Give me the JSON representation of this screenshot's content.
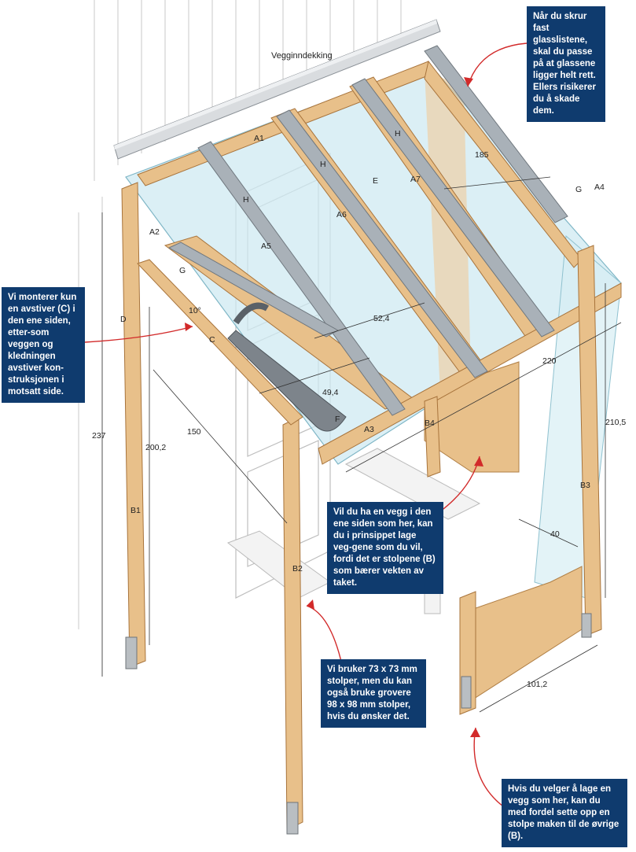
{
  "title_label": "Vegginndekking",
  "colors": {
    "callout_bg": "#0f3b6e",
    "callout_text": "#ffffff",
    "wood": "#e8c08a",
    "wood_dark": "#c9955a",
    "glass": "#cfeaf2",
    "metal": "#9aa3ab",
    "arrow": "#d22a2a"
  },
  "callouts": {
    "glazing_strip": "Når du skrur fast glasslistene, skal du passe på at glassene ligger helt rett. Ellers risikerer du å skade dem.",
    "brace": "Vi monterer kun en avstiver (C) i den ene siden, etter-som veggen og kledningen avstiver kon-struksjonen i motsatt side.",
    "side_wall": "Vil du ha en vegg i den ene siden som her, kan du i prinsippet lage veg-gene som du vil, fordi det er stolpene (B) som bærer vekten av taket.",
    "posts": "Vi bruker 73 x 73 mm stolper, men du kan også bruke grovere 98 x 98 mm stolper, hvis du ønsker det.",
    "extra_post": "Hvis du velger å lage en vegg som her, kan du med fordel sette opp en stolpe maken til de øvrige (B)."
  },
  "part_labels": {
    "a1": "A1",
    "a2": "A2",
    "a3": "A3",
    "a4": "A4",
    "a5": "A5",
    "a6": "A6",
    "a7": "A7",
    "b1": "B1",
    "b2": "B2",
    "b3": "B3",
    "b4": "B4",
    "c": "C",
    "d": "D",
    "e": "E",
    "f": "F",
    "g_left": "G",
    "g_right": "G",
    "h1": "H",
    "h2": "H",
    "h3": "H"
  },
  "dimensions": {
    "d185": "185",
    "d52_4": "52,4",
    "d49_4": "49,4",
    "d220": "220",
    "d237": "237",
    "d200_2": "200,2",
    "d150": "150",
    "d210_5": "210,5",
    "d40": "40",
    "d101_2": "101,2",
    "angle": "10°"
  }
}
